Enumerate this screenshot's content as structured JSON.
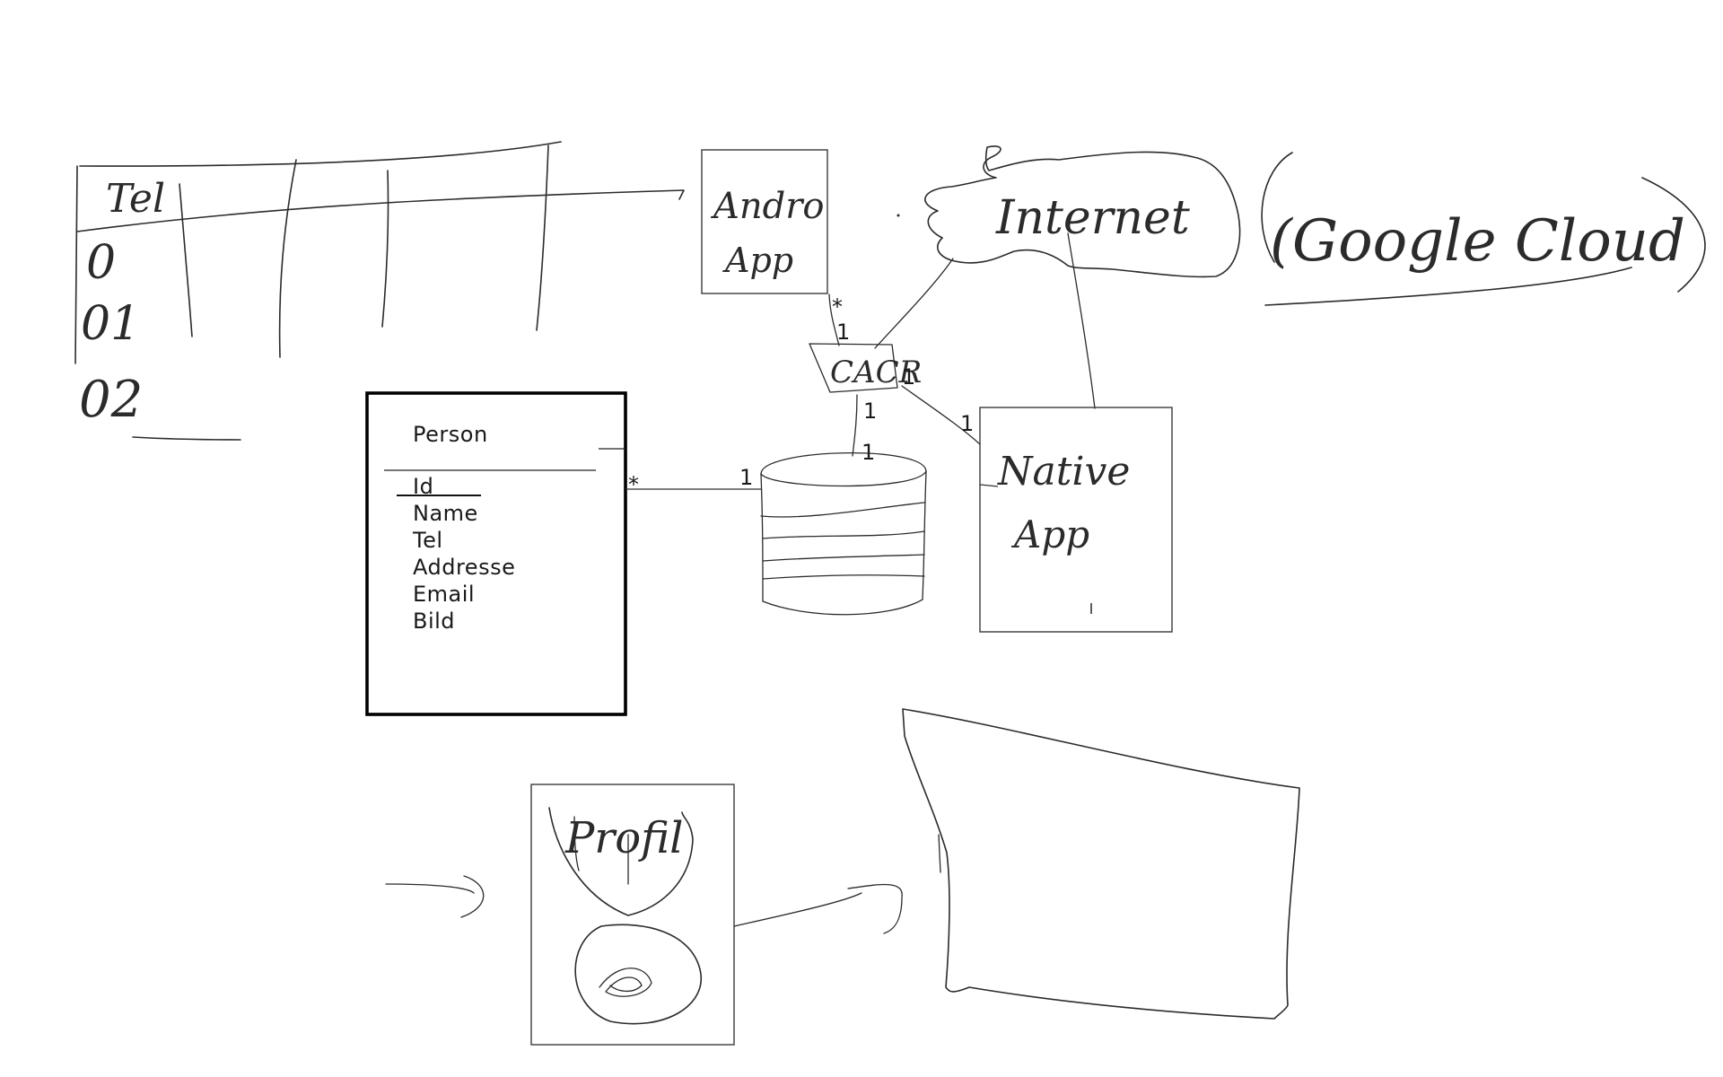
{
  "person_entity": {
    "title": "Person",
    "attributes": [
      "Id",
      "Name",
      "Tel",
      "Addresse",
      "Email",
      "Bild"
    ]
  },
  "handwritten": {
    "table_header": "Tel",
    "row_0": "0",
    "row_1": "01",
    "row_2": "02",
    "android_app_line1": "Andro",
    "android_app_line2": "App",
    "internet": "Internet",
    "google_cloud": "(Google Cloud",
    "cache": "CACR",
    "native_app_line1": "Native",
    "native_app_line2": "App",
    "profile": "Profil"
  },
  "relation_marks": {
    "star": "*",
    "one": "1"
  }
}
